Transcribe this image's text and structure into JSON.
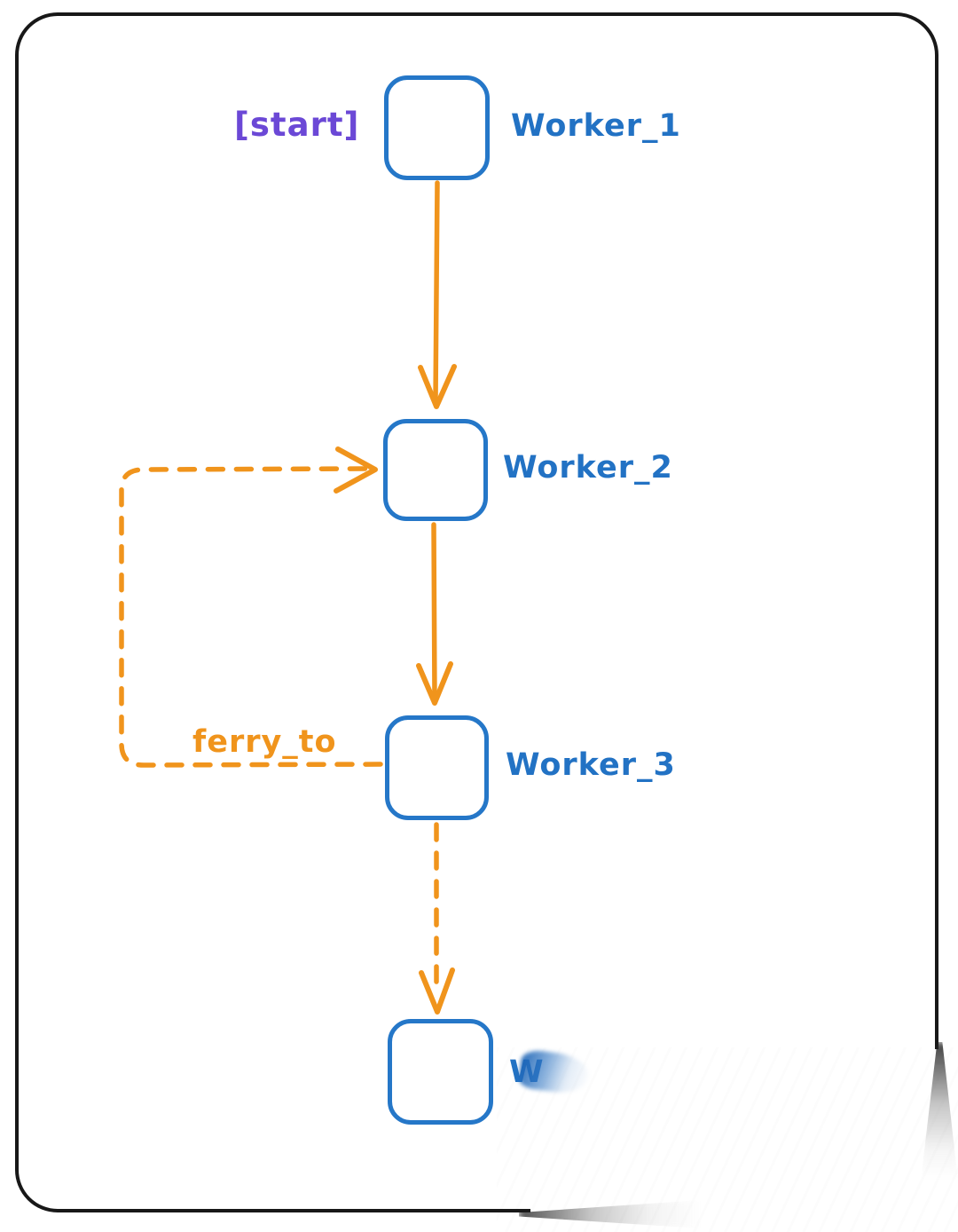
{
  "diagram": {
    "nodes": [
      {
        "id": "worker-1",
        "label": "Worker_1",
        "annotation": "[start]"
      },
      {
        "id": "worker-2",
        "label": "Worker_2"
      },
      {
        "id": "worker-3",
        "label": "Worker_3"
      },
      {
        "id": "worker-4",
        "label": "W"
      }
    ],
    "edges": [
      {
        "from": "worker-1",
        "to": "worker-2",
        "style": "solid"
      },
      {
        "from": "worker-2",
        "to": "worker-3",
        "style": "solid"
      },
      {
        "from": "worker-3",
        "to": "worker-4",
        "style": "dashed"
      },
      {
        "from": "worker-3",
        "to": "worker-2",
        "style": "dashed",
        "label": "ferry_to"
      }
    ],
    "colors": {
      "node_stroke": "#2577c8",
      "label_text": "#2272c4",
      "edge_stroke": "#f0941c",
      "annotation_text": "#6b48d6",
      "frame": "#181818"
    }
  }
}
